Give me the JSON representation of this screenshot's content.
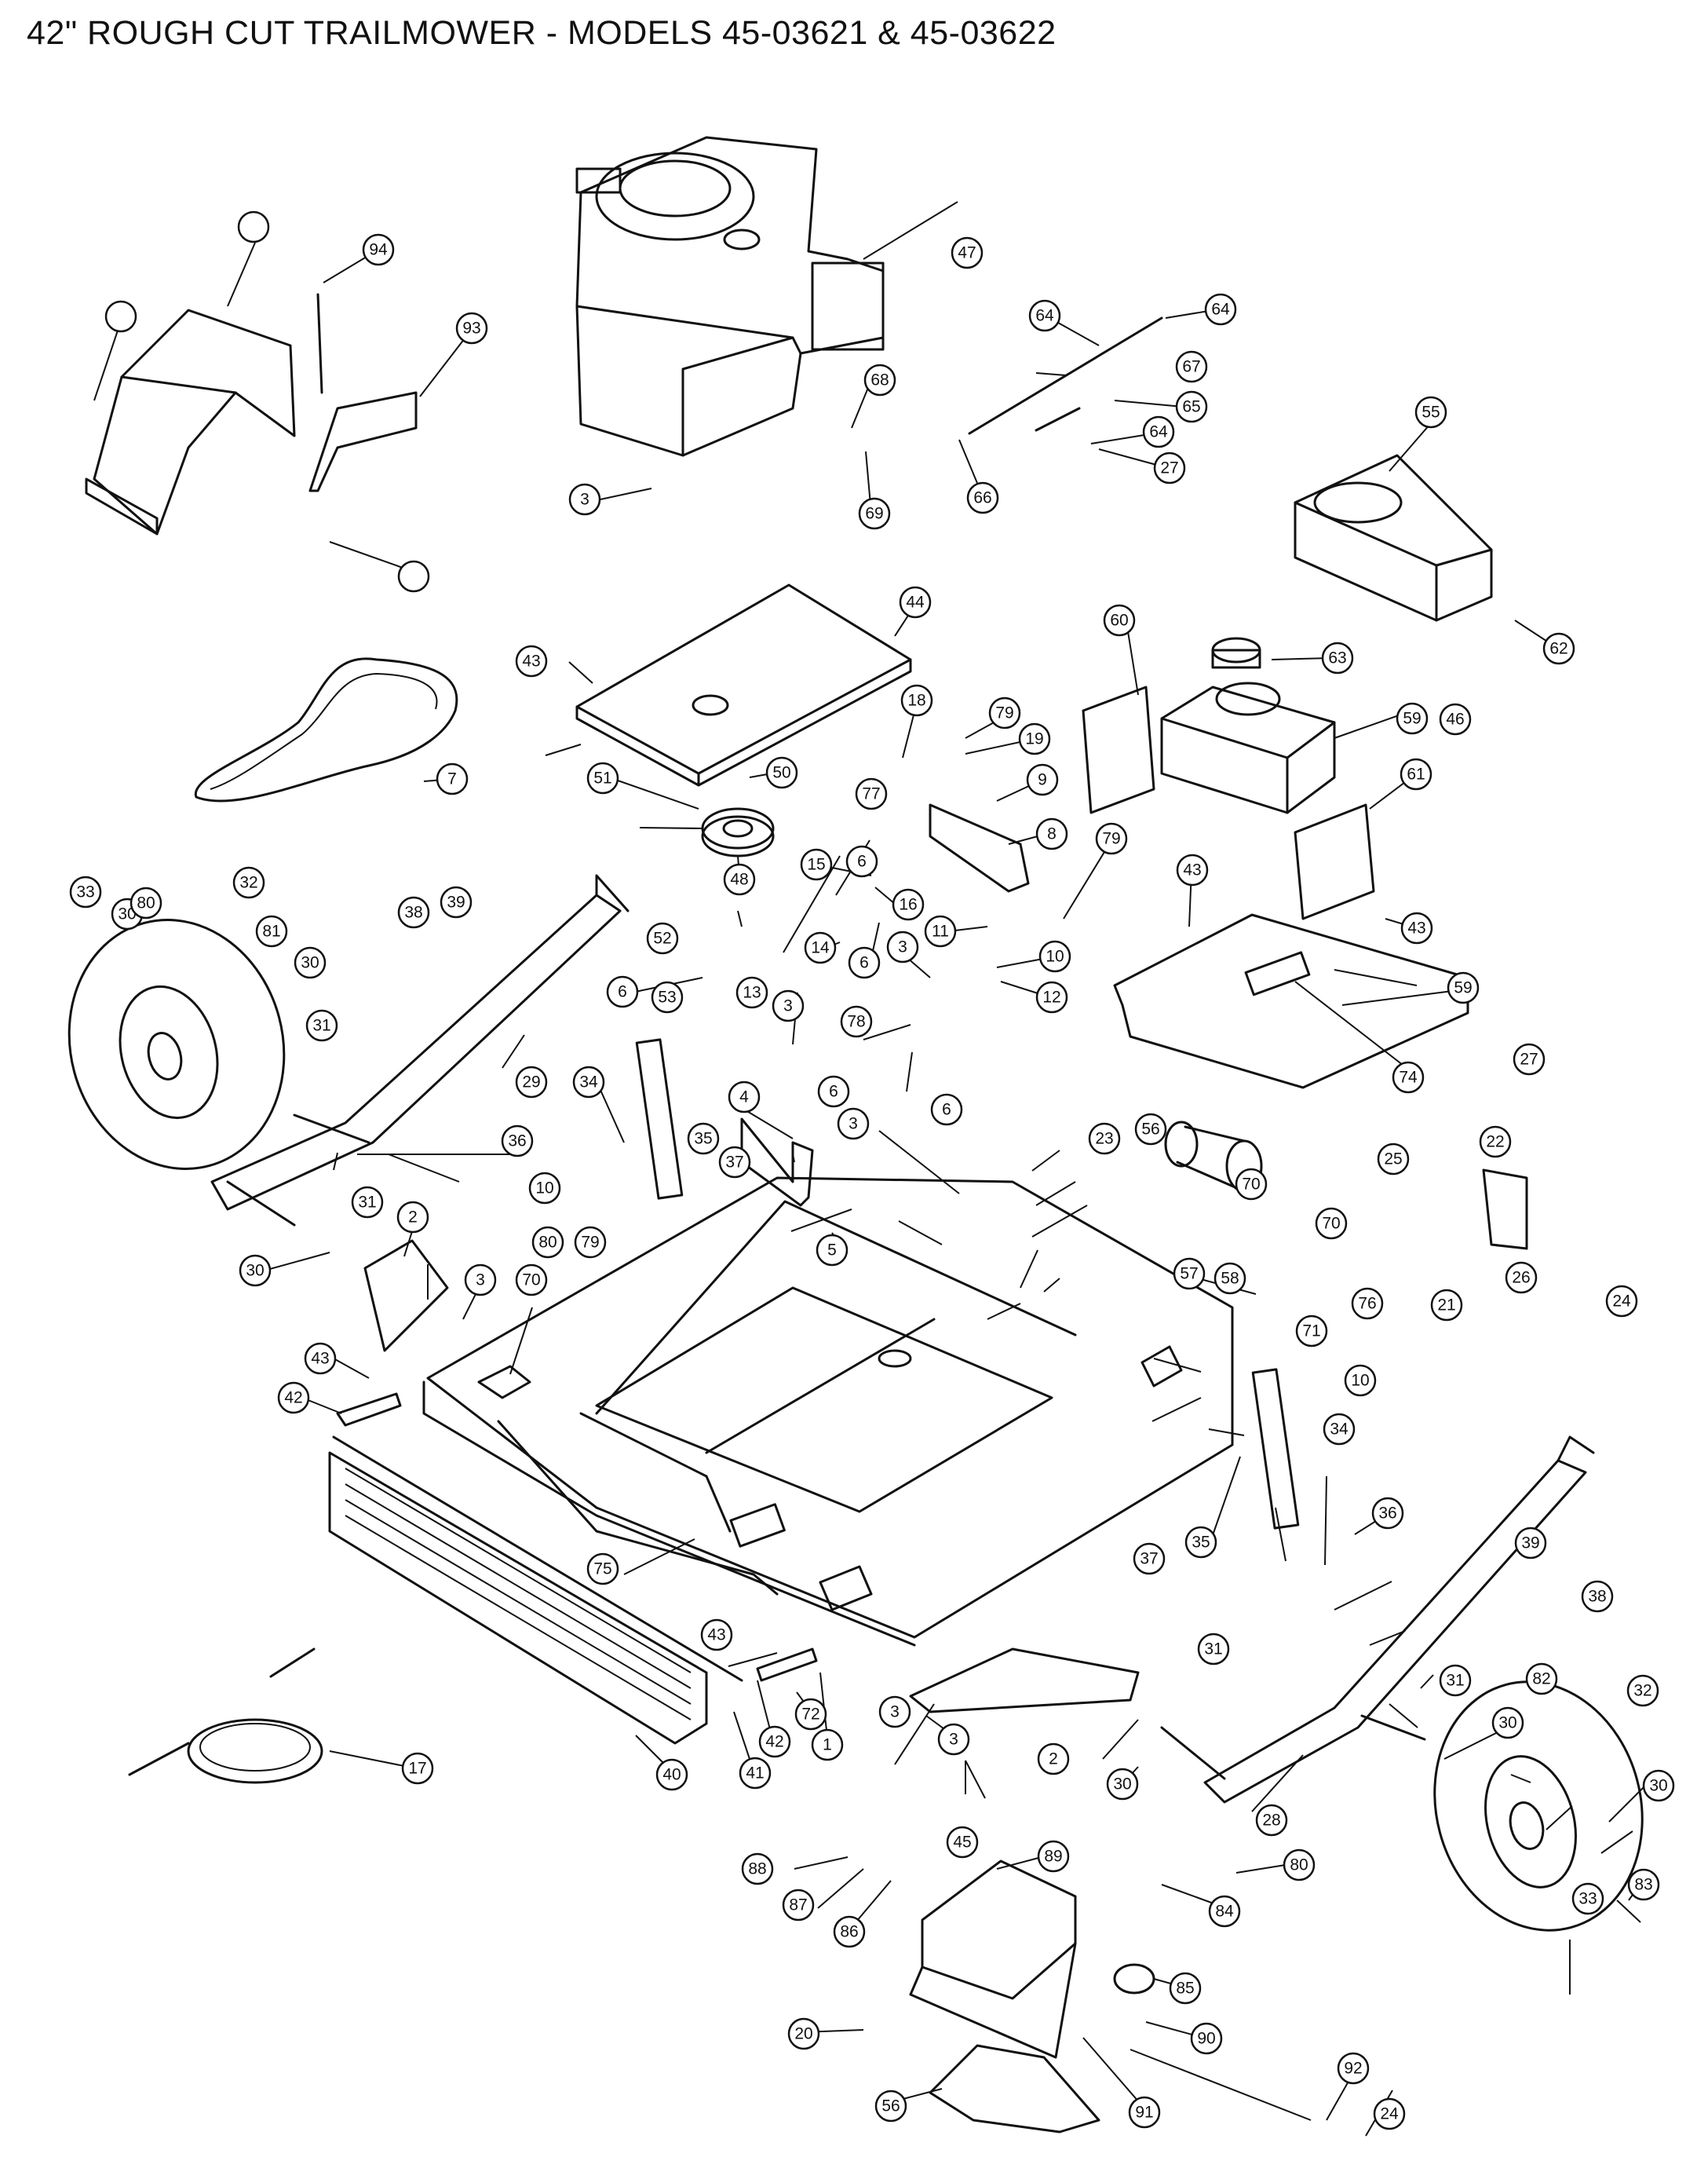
{
  "title": "42\" ROUGH CUT TRAILMOWER - MODELS 45-03621 & 45-03622",
  "callouts": [
    "1",
    "2",
    "2",
    "3",
    "3",
    "3",
    "3",
    "3",
    "3",
    "3",
    "4",
    "5",
    "6",
    "6",
    "6",
    "6",
    "6",
    "7",
    "8",
    "9",
    "10",
    "10",
    "10",
    "11",
    "12",
    "13",
    "14",
    "15",
    "16",
    "17",
    "18",
    "19",
    "20",
    "21",
    "22",
    "23",
    "24",
    "24",
    "25",
    "26",
    "27",
    "27",
    "28",
    "29",
    "30",
    "30",
    "30",
    "30",
    "30",
    "30",
    "31",
    "31",
    "31",
    "31",
    "32",
    "32",
    "33",
    "33",
    "34",
    "34",
    "35",
    "35",
    "36",
    "36",
    "37",
    "37",
    "38",
    "38",
    "39",
    "39",
    "40",
    "41",
    "42",
    "42",
    "43",
    "43",
    "43",
    "43",
    "43",
    "44",
    "45",
    "46",
    "47",
    "48",
    "50",
    "51",
    "52",
    "53",
    "55",
    "56",
    "56",
    "57",
    "58",
    "59",
    "59",
    "60",
    "61",
    "62",
    "63",
    "64",
    "64",
    "64",
    "65",
    "66",
    "67",
    "68",
    "69",
    "70",
    "70",
    "70",
    "71",
    "72",
    "74",
    "75",
    "76",
    "77",
    "78",
    "79",
    "79",
    "79",
    "80",
    "80",
    "80",
    "81",
    "82",
    "83",
    "84",
    "85",
    "86",
    "87",
    "88",
    "89",
    "90",
    "91",
    "92",
    "93",
    "94"
  ]
}
